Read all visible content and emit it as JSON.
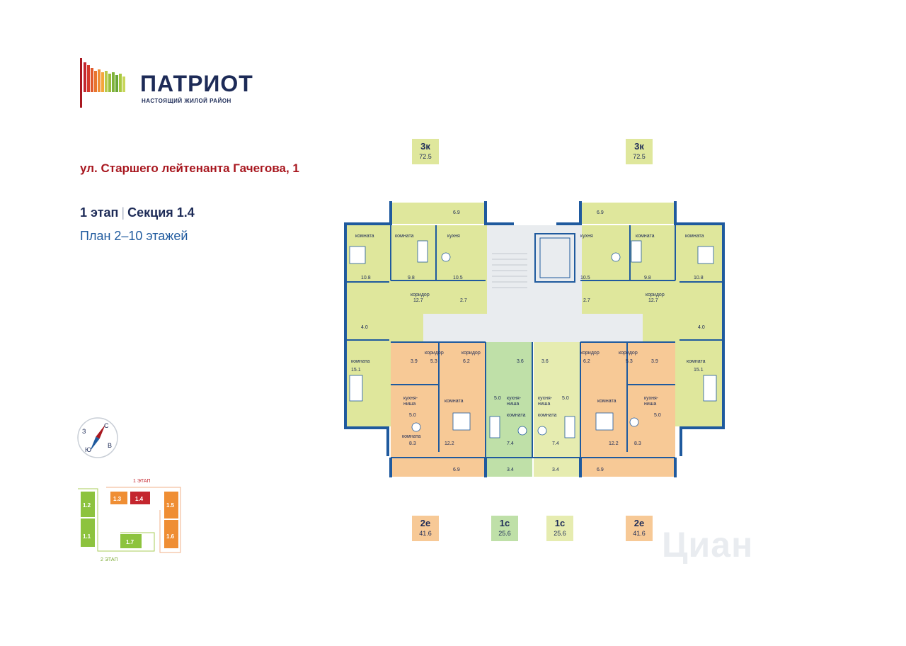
{
  "logo": {
    "title": "ПАТРИОТ",
    "subtitle": "НАСТОЯЩИЙ ЖИЛОЙ РАЙОН"
  },
  "address": "ул. Старшего лейтенанта Гачегова, 1",
  "stage": {
    "part1": "1 этап",
    "part2": "Секция 1.4"
  },
  "plan_title": "План 2–10 этажей",
  "apartments_top": [
    {
      "type": "3к",
      "area": "72.5"
    },
    {
      "type": "3к",
      "area": "72.5"
    }
  ],
  "apartments_bottom": [
    {
      "type": "2е",
      "area": "41.6"
    },
    {
      "type": "1с",
      "area": "25.6"
    },
    {
      "type": "1с",
      "area": "25.6"
    },
    {
      "type": "2е",
      "area": "41.6"
    }
  ],
  "rooms": {
    "balcony": "6.9",
    "komnata": "комната",
    "kuhnya": "кухня",
    "koridor": "коридор",
    "kuhnya_nisha_1": "кухня-",
    "kuhnya_nisha_2": "ниша",
    "v108": "10.8",
    "v98": "9.8",
    "v105": "10.5",
    "v127": "12.7",
    "v27": "2.7",
    "v40": "4.0",
    "v151": "15.1",
    "v39": "3.9",
    "v53": "5.3",
    "v62": "6.2",
    "v36": "3.6",
    "v50": "5.0",
    "v83": "8.3",
    "v122": "12.2",
    "v74": "7.4",
    "v34": "3.4"
  },
  "compass": {
    "n": "С",
    "w": "З",
    "s": "Ю",
    "e": "В"
  },
  "site_map": {
    "stage1": "1 ЭТАП",
    "stage2": "2 ЭТАП",
    "sections": [
      "1.2",
      "1.1",
      "1.3",
      "1.4",
      "1.7",
      "1.5",
      "1.6"
    ]
  },
  "watermark": "Циан",
  "colors": {
    "brand_red": "#a8171f",
    "brand_navy": "#1d2b57",
    "wall": "#1f5a9e",
    "green_apartment": "#dfe79c",
    "orange_apartment": "#f7c996",
    "mint_apartment": "#bfe0a8"
  }
}
